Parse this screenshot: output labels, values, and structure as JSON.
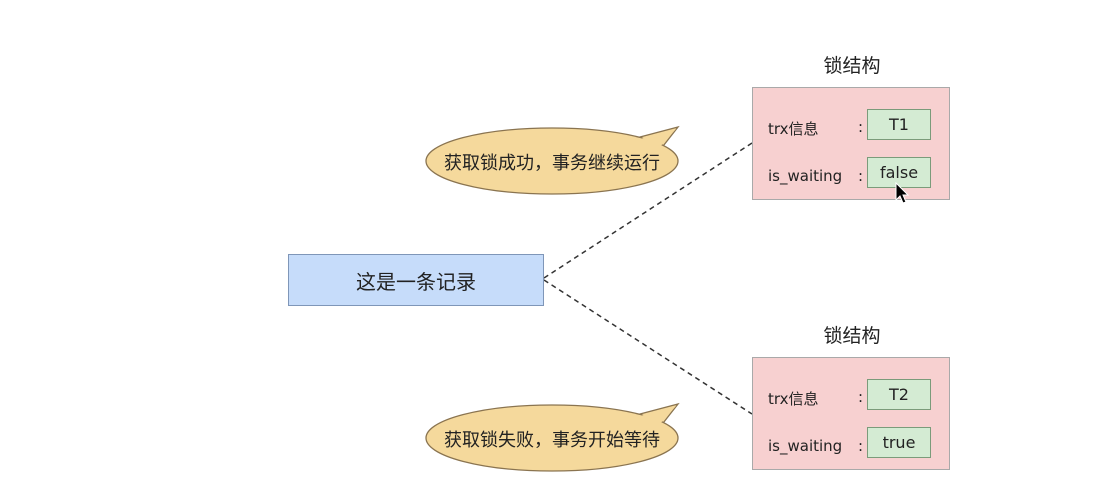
{
  "record": {
    "label": "这是一条记录"
  },
  "locks": [
    {
      "title": "锁结构",
      "fields": [
        {
          "label": "trx信息",
          "separator": ":",
          "value": "T1"
        },
        {
          "label": "is_waiting",
          "separator": ":",
          "value": "false"
        }
      ],
      "callout": "获取锁成功，事务继续运行"
    },
    {
      "title": "锁结构",
      "fields": [
        {
          "label": "trx信息",
          "separator": ":",
          "value": "T2"
        },
        {
          "label": "is_waiting",
          "separator": ":",
          "value": "true"
        }
      ],
      "callout": "获取锁失败，事务开始等待"
    }
  ],
  "colors": {
    "record_fill": "#c6dcfa",
    "lock_fill": "#f7d0d0",
    "value_fill": "#d4ebd3",
    "callout_fill": "#f5d99c",
    "connector": "#333333"
  }
}
